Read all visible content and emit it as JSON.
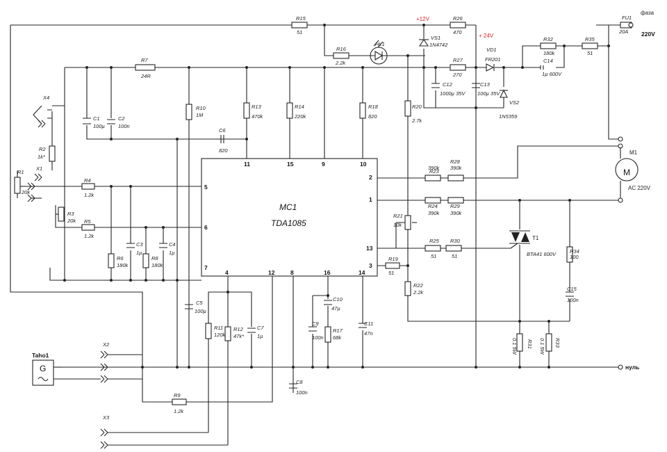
{
  "ic": {
    "ref": "MC1",
    "part": "TDA1085",
    "pins": {
      "p1": "1",
      "p2": "2",
      "p3": "3",
      "p4": "4",
      "p5": "5",
      "p6": "6",
      "p7": "7",
      "p8": "8",
      "p9": "9",
      "p10": "10",
      "p11": "11",
      "p12": "12",
      "p13": "13",
      "p14": "14",
      "p15": "15",
      "p16": "16"
    }
  },
  "supply": {
    "v12": "+12V",
    "v24": "+ 24V"
  },
  "mains": {
    "phase": "фаза",
    "voltage": "220V",
    "neutral": "нуль",
    "motor_ref": "M1",
    "motor_v": "AC 220V"
  },
  "connectors": {
    "x1": "X1",
    "x2": "X2",
    "x3": "X3",
    "x4": "X4",
    "taho": "Taho1",
    "gen": "G"
  },
  "parts": {
    "R1": "R1",
    "R1v": "20k",
    "R2": "R2",
    "R2v": "1k*",
    "R3": "R3",
    "R3v": "20k",
    "R4": "R4",
    "R4v": "1.2k",
    "R5": "R5",
    "R5v": "1.2k",
    "R6": "R6",
    "R6v": "180k",
    "R7": "R7",
    "R7v": "24R",
    "R8": "R8",
    "R8v": "180k",
    "R9": "R9",
    "R9v": "1.2k",
    "R10": "R10",
    "R10v": "1M",
    "R11": "R11",
    "R11v": "120k",
    "R12": "R12",
    "R12v": "47k*",
    "R13": "R13",
    "R13v": "470k",
    "R14": "R14",
    "R14v": "220k",
    "R15": "R15",
    "R15v": "51",
    "R16": "R16",
    "R16v": "2.2k",
    "R17": "R17",
    "R17v": "68k",
    "R18": "R18",
    "R18v": "820",
    "R19": "R19",
    "R19v": "51",
    "R20": "R20",
    "R20v": "2.7k",
    "R21": "R21",
    "R21v": "10k",
    "R22": "R22",
    "R22v": "2.2k",
    "R23": "R23",
    "R23v": "390k",
    "R24": "R24",
    "R24v": "390k",
    "R25": "R25",
    "R25v": "51",
    "R26": "R26",
    "R26v": "470",
    "R27": "R27",
    "R27v": "270",
    "R28": "R28",
    "R28v": "390k",
    "R29": "R29",
    "R29v": "390k",
    "R30": "R30",
    "R30v": "51",
    "R31": "R31",
    "R31v": "0.1 5W",
    "R32": "R32",
    "R32v": "180k",
    "R33": "R33",
    "R33v": "0.1 5W",
    "R34": "R34",
    "R34v": "100",
    "R35": "R35",
    "R35v": "51",
    "C1": "C1",
    "C1v": "100µ",
    "C2": "C2",
    "C2v": "100n",
    "C3": "C3",
    "C3v": "1µ",
    "C4": "C4",
    "C4v": "1µ",
    "C5": "C5",
    "C5v": "100µ",
    "C6": "C6",
    "C6v": "820",
    "C7": "C7",
    "C7v": "1µ",
    "C8": "C8",
    "C8v": "100n",
    "C9": "C9",
    "C9v": "100n",
    "C10": "C10",
    "C10v": "47µ",
    "C11": "C11",
    "C11v": "47n",
    "C12": "C12",
    "C12v": "1000µ 35V",
    "C13": "C13",
    "C13v": "100µ 35V",
    "C14": "C14",
    "C14v": "1µ 600V",
    "C15": "C15",
    "C15v": "100n",
    "HL1": "HL1",
    "VS1": "VS1",
    "VS1v": "1N4742",
    "VS2": "VS2",
    "VS2v": "1N5359",
    "VD1": "VD1",
    "VD1v": "FR201",
    "T1": "T1",
    "T1v": "BTA41 600V",
    "FU1": "FU1",
    "FU1v": "20A"
  },
  "colors": {
    "line": "#222222",
    "supply_label": "#dd2222"
  }
}
